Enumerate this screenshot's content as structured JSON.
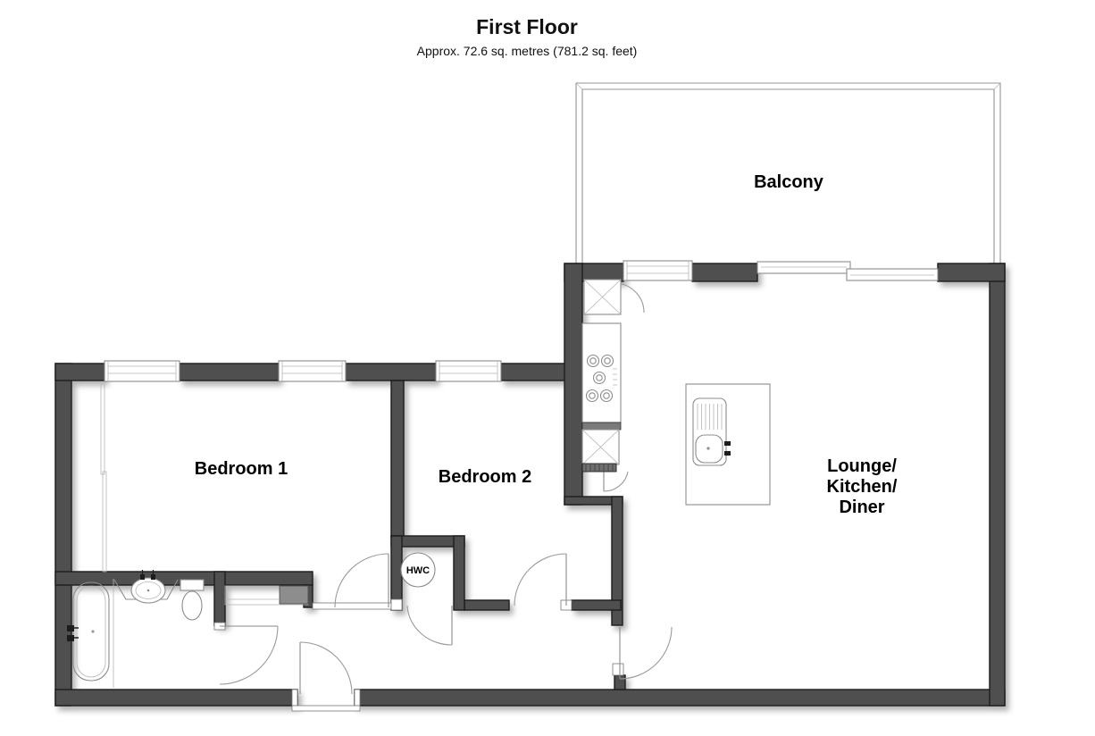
{
  "title": "First Floor",
  "subtitle": "Approx. 72.6 sq. metres (781.2 sq. feet)",
  "rooms": {
    "balcony": "Balcony",
    "bedroom1": "Bedroom 1",
    "bedroom2": "Bedroom 2",
    "lounge_line1": "Lounge/",
    "lounge_line2": "Kitchen/",
    "lounge_line3": "Diner",
    "hwc": "HWC"
  },
  "colors": {
    "background": "#ffffff",
    "wall_fill": "#4f4f4f",
    "wall_outline": "#1c1c1c",
    "fixture_line": "#8c8c8c",
    "closet_block": "#8d8d8d",
    "text": "#000000"
  },
  "fixtures": [
    "bath",
    "wash-basin",
    "toilet",
    "hallway-cupboard",
    "wardrobe",
    "hot-water-cylinder",
    "hob",
    "kitchen-counter",
    "appliance",
    "storage-cupboard",
    "island-sink",
    "balcony-railing",
    "entrance-door",
    "windows",
    "sliding-patio-doors"
  ]
}
